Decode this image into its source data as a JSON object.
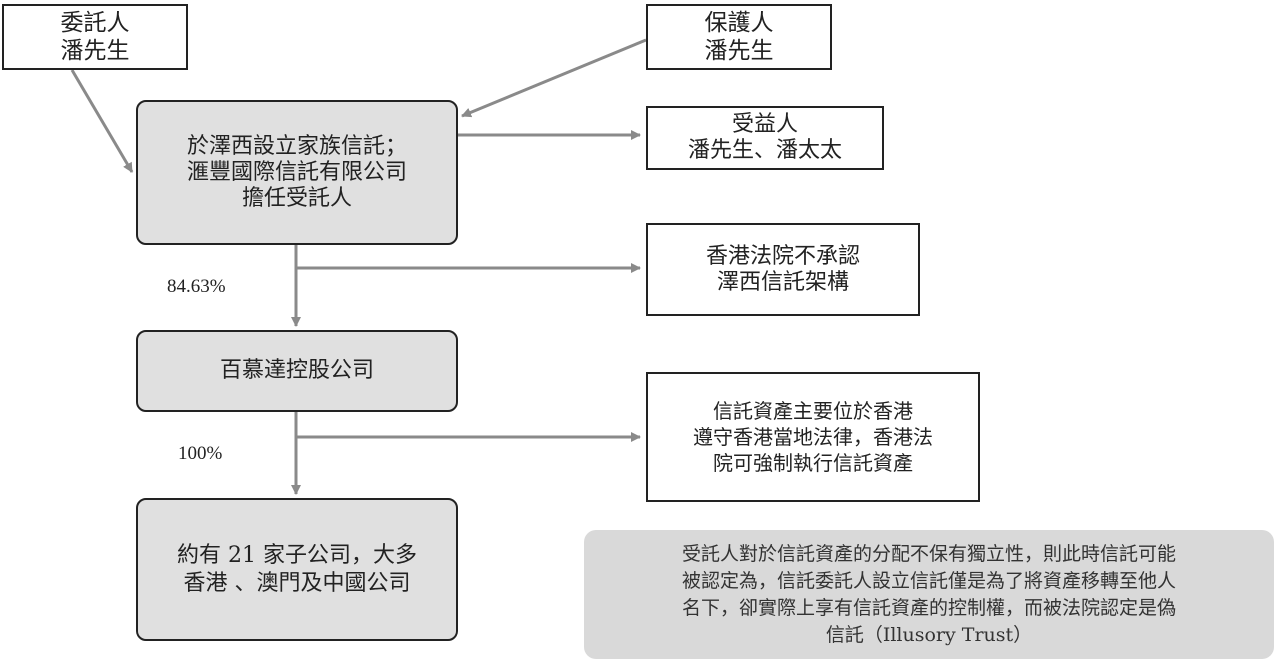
{
  "settlor": {
    "title": "委託人",
    "name": "潘先生"
  },
  "protector": {
    "title": "保護人",
    "name": "潘先生"
  },
  "trust": {
    "lines": [
      "於澤西設立家族信託；",
      "滙豐國際信託有限公司",
      "擔任受託人"
    ]
  },
  "beneficiary": {
    "title": "受益人",
    "name": "潘先生、潘太太"
  },
  "court_not_recognize": {
    "lines": [
      "香港法院不承認",
      "澤西信託架構"
    ]
  },
  "holding": {
    "name": "百慕達控股公司"
  },
  "pct_holding": "84.63%",
  "assets_note": {
    "lines": [
      "信託資產主要位於香港",
      "遵守香港當地法律，香港法",
      "院可強制執行信託資產"
    ]
  },
  "pct_subs": "100%",
  "subsidiaries": {
    "lines": [
      "約有 21 家子公司，大多",
      "香港 、澳門及中國公司"
    ]
  },
  "illusory": {
    "lines": [
      "受託人對於信託資產的分配不保有獨立性，則此時信託可能",
      "被認定為，信託委託人設立信託僅是為了將資產移轉至他人",
      "名下，卻實際上享有信託資產的控制權，而被法院認定是偽",
      "信託（Illusory Trust）"
    ]
  },
  "colors": {
    "arrow": "#8a8a8a",
    "box_fill": "#e0e0e0",
    "note_fill": "#d9d9d9",
    "border": "#222222"
  }
}
